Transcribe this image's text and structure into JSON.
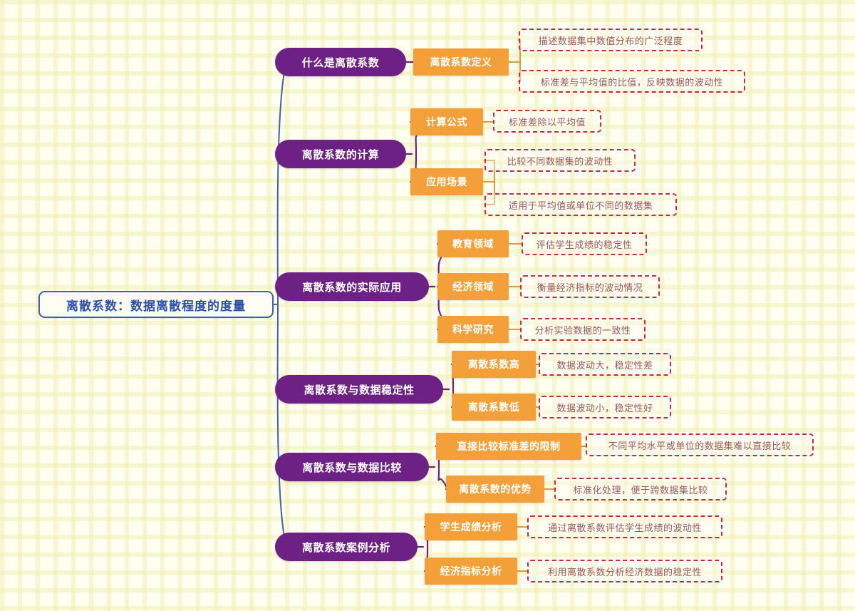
{
  "diagram": {
    "type": "mindmap",
    "title": "离散系数：数据离散程度的度量",
    "colors": {
      "background": "#fffef0",
      "grid": "#f0eeb4",
      "root_border": "#3f62b0",
      "root_text": "#2c4fa8",
      "level1_fill": "#6d2185",
      "level1_text": "#ffffff",
      "level2_fill": "#f4a03a",
      "level2_text": "#ffffff",
      "level3_border": "#c12b47",
      "level3_text": "#9c5661",
      "root_connector": "#3f62b0",
      "level1_connector": "#6d2185",
      "level2_connector": "#e09a3e"
    }
  },
  "root": {
    "label": "离散系数：数据离散程度的度量"
  },
  "branches": [
    {
      "label": "什么是离散系数",
      "children": [
        {
          "label": "离散系数定义",
          "children": [
            {
              "label": "描述数据集中数值分布的广泛程度"
            },
            {
              "label": "标准差与平均值的比值，反映数据的波动性"
            }
          ]
        }
      ]
    },
    {
      "label": "离散系数的计算",
      "children": [
        {
          "label": "计算公式",
          "children": [
            {
              "label": "标准差除以平均值"
            }
          ]
        },
        {
          "label": "应用场景",
          "children": [
            {
              "label": "比较不同数据集的波动性"
            },
            {
              "label": "适用于平均值或单位不同的数据集"
            }
          ]
        }
      ]
    },
    {
      "label": "离散系数的实际应用",
      "children": [
        {
          "label": "教育领域",
          "children": [
            {
              "label": "评估学生成绩的稳定性"
            }
          ]
        },
        {
          "label": "经济领域",
          "children": [
            {
              "label": "衡量经济指标的波动情况"
            }
          ]
        },
        {
          "label": "科学研究",
          "children": [
            {
              "label": "分析实验数据的一致性"
            }
          ]
        }
      ]
    },
    {
      "label": "离散系数与数据稳定性",
      "children": [
        {
          "label": "离散系数高",
          "children": [
            {
              "label": "数据波动大，稳定性差"
            }
          ]
        },
        {
          "label": "离散系数低",
          "children": [
            {
              "label": "数据波动小，稳定性好"
            }
          ]
        }
      ]
    },
    {
      "label": "离散系数与数据比较",
      "children": [
        {
          "label": "直接比较标准差的限制",
          "children": [
            {
              "label": "不同平均水平或单位的数据集难以直接比较"
            }
          ]
        },
        {
          "label": "离散系数的优势",
          "children": [
            {
              "label": "标准化处理，便于跨数据集比较"
            }
          ]
        }
      ]
    },
    {
      "label": "离散系数案例分析",
      "children": [
        {
          "label": "学生成绩分析",
          "children": [
            {
              "label": "通过离散系数评估学生成绩的波动性"
            }
          ]
        },
        {
          "label": "经济指标分析",
          "children": [
            {
              "label": "利用离散系数分析经济数据的稳定性"
            }
          ]
        }
      ]
    }
  ]
}
